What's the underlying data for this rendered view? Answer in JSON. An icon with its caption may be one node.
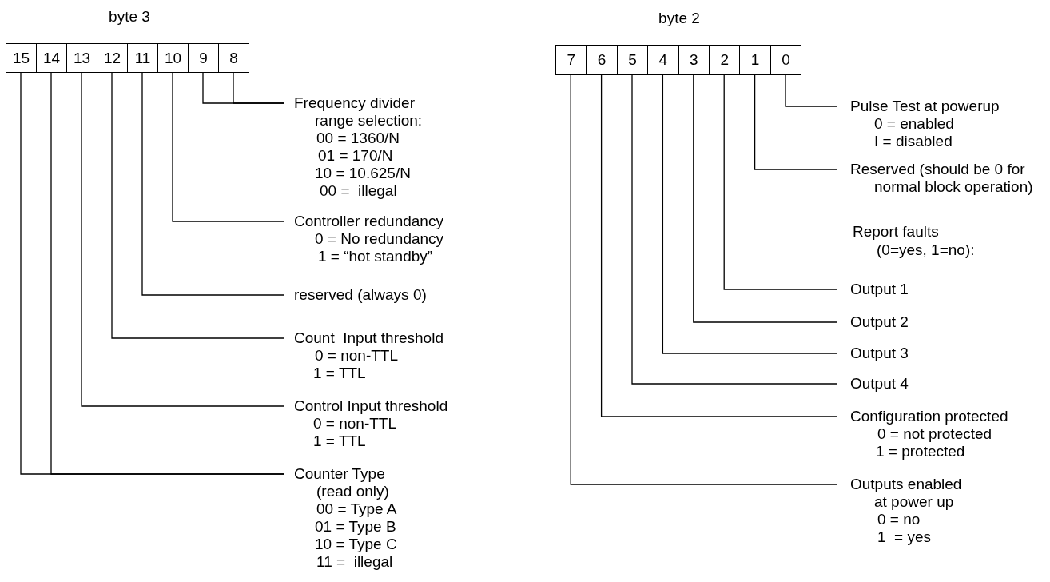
{
  "diagram": {
    "nodes": [
      {
        "text": [
          "15"
        ]
      },
      {
        "text": [
          "14"
        ]
      },
      {
        "text": [
          "13"
        ]
      },
      {
        "text": [
          "12"
        ]
      },
      {
        "text": [
          "11"
        ]
      },
      {
        "text": [
          "10"
        ]
      },
      {
        "text": [
          "9"
        ]
      },
      {
        "text": [
          "8"
        ]
      },
      {
        "text": [
          "Frequency divider",
          "range selection:",
          "00 = 1360/N",
          "01 = 170/N",
          "10 = 10.625/N",
          "00 =  illegal"
        ]
      },
      {
        "text": [
          "Controller redundancy",
          "0 = No redundancy",
          "1 = “hot standby”"
        ]
      },
      {
        "text": [
          "reserved (always 0)"
        ]
      },
      {
        "text": [
          "Count  Input threshold",
          "0 = non-TTL",
          "1 = TTL"
        ]
      },
      {
        "text": [
          "Control Input threshold",
          "0 = non-TTL",
          "1 = TTL"
        ]
      },
      {
        "text": [
          "Counter Type",
          "(read only)",
          "00 = Type A",
          "01 = Type B",
          "10 = Type C",
          "11 =  illegal"
        ]
      },
      {
        "text": [
          "7"
        ]
      },
      {
        "text": [
          "6"
        ]
      },
      {
        "text": [
          "5"
        ]
      },
      {
        "text": [
          "4"
        ]
      },
      {
        "text": [
          "3"
        ]
      },
      {
        "text": [
          "2"
        ]
      },
      {
        "text": [
          "1"
        ]
      },
      {
        "text": [
          "0"
        ]
      },
      {
        "text": [
          "Pulse Test at powerup",
          "0 = enabled",
          "I = disabled"
        ]
      },
      {
        "text": [
          "Reserved (should be 0 for normal block operation)"
        ]
      },
      {
        "text": [
          "Output 1"
        ]
      },
      {
        "text": [
          "Output 2"
        ]
      },
      {
        "text": [
          "Output 3"
        ]
      },
      {
        "text": [
          "Output 4"
        ]
      },
      {
        "text": [
          "Configuration protected",
          "0 = not protected",
          "1 = protected"
        ]
      },
      {
        "text": [
          "Outputs enabled",
          "at power up",
          "0 = no",
          "1  = yes"
        ]
      }
    ],
    "edges": [
      {
        "from": 7,
        "to": 8,
        "arrow": "none"
      },
      {
        "from": 6,
        "to": 8,
        "arrow": "none"
      },
      {
        "from": 5,
        "to": 9,
        "arrow": "none"
      },
      {
        "from": 4,
        "to": 10,
        "arrow": "none"
      },
      {
        "from": 3,
        "to": 11,
        "arrow": "none"
      },
      {
        "from": 2,
        "to": 12,
        "arrow": "none"
      },
      {
        "from": 1,
        "to": 13,
        "arrow": "none"
      },
      {
        "from": 0,
        "to": 13,
        "arrow": "none"
      },
      {
        "from": 21,
        "to": 22,
        "arrow": "none"
      },
      {
        "from": 20,
        "to": 23,
        "arrow": "none"
      },
      {
        "from": 19,
        "to": 24,
        "arrow": "none"
      },
      {
        "from": 18,
        "to": 25,
        "arrow": "none"
      },
      {
        "from": 17,
        "to": 26,
        "arrow": "none"
      },
      {
        "from": 16,
        "to": 27,
        "arrow": "none"
      },
      {
        "from": 15,
        "to": 28,
        "arrow": "none"
      },
      {
        "from": 14,
        "to": 29,
        "arrow": "none"
      }
    ],
    "labels": [
      "byte 3",
      "byte 2",
      "Report faults",
      "(0=yes, 1=no):"
    ]
  }
}
